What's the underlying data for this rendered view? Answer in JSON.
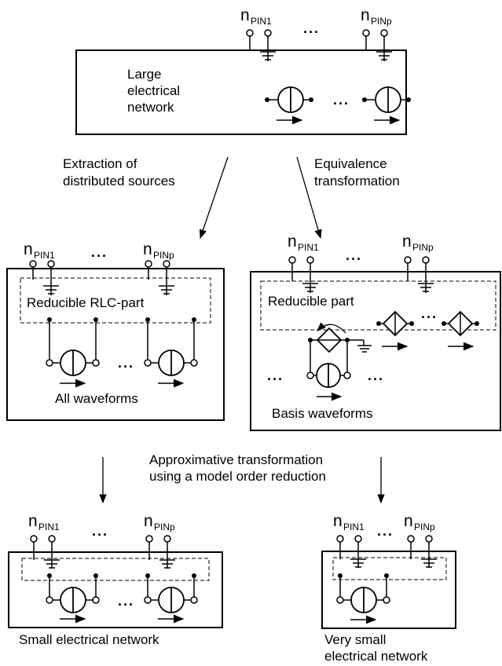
{
  "pins": {
    "n": "n",
    "first": "PIN1",
    "last": "PINp"
  },
  "ellipsis": "...",
  "top_block": {
    "line1": "Large",
    "line2": "electrical",
    "line3": "network"
  },
  "arrow_left_label": {
    "line1": "Extraction of",
    "line2": "distributed sources"
  },
  "arrow_right_label": {
    "line1": "Equivalence",
    "line2": "transformation"
  },
  "left_block": {
    "inner_label": "Reducible RLC-part",
    "bottom_label": "All waveforms"
  },
  "right_block": {
    "inner_label": "Reducible part",
    "bottom_label": "Basis waveforms"
  },
  "middle_label": {
    "line1": "Approximative transformation",
    "line2": "using a model order reduction"
  },
  "bottom_left_caption": "Small electrical network",
  "bottom_right_caption": {
    "line1": "Very small",
    "line2": "electrical network"
  }
}
